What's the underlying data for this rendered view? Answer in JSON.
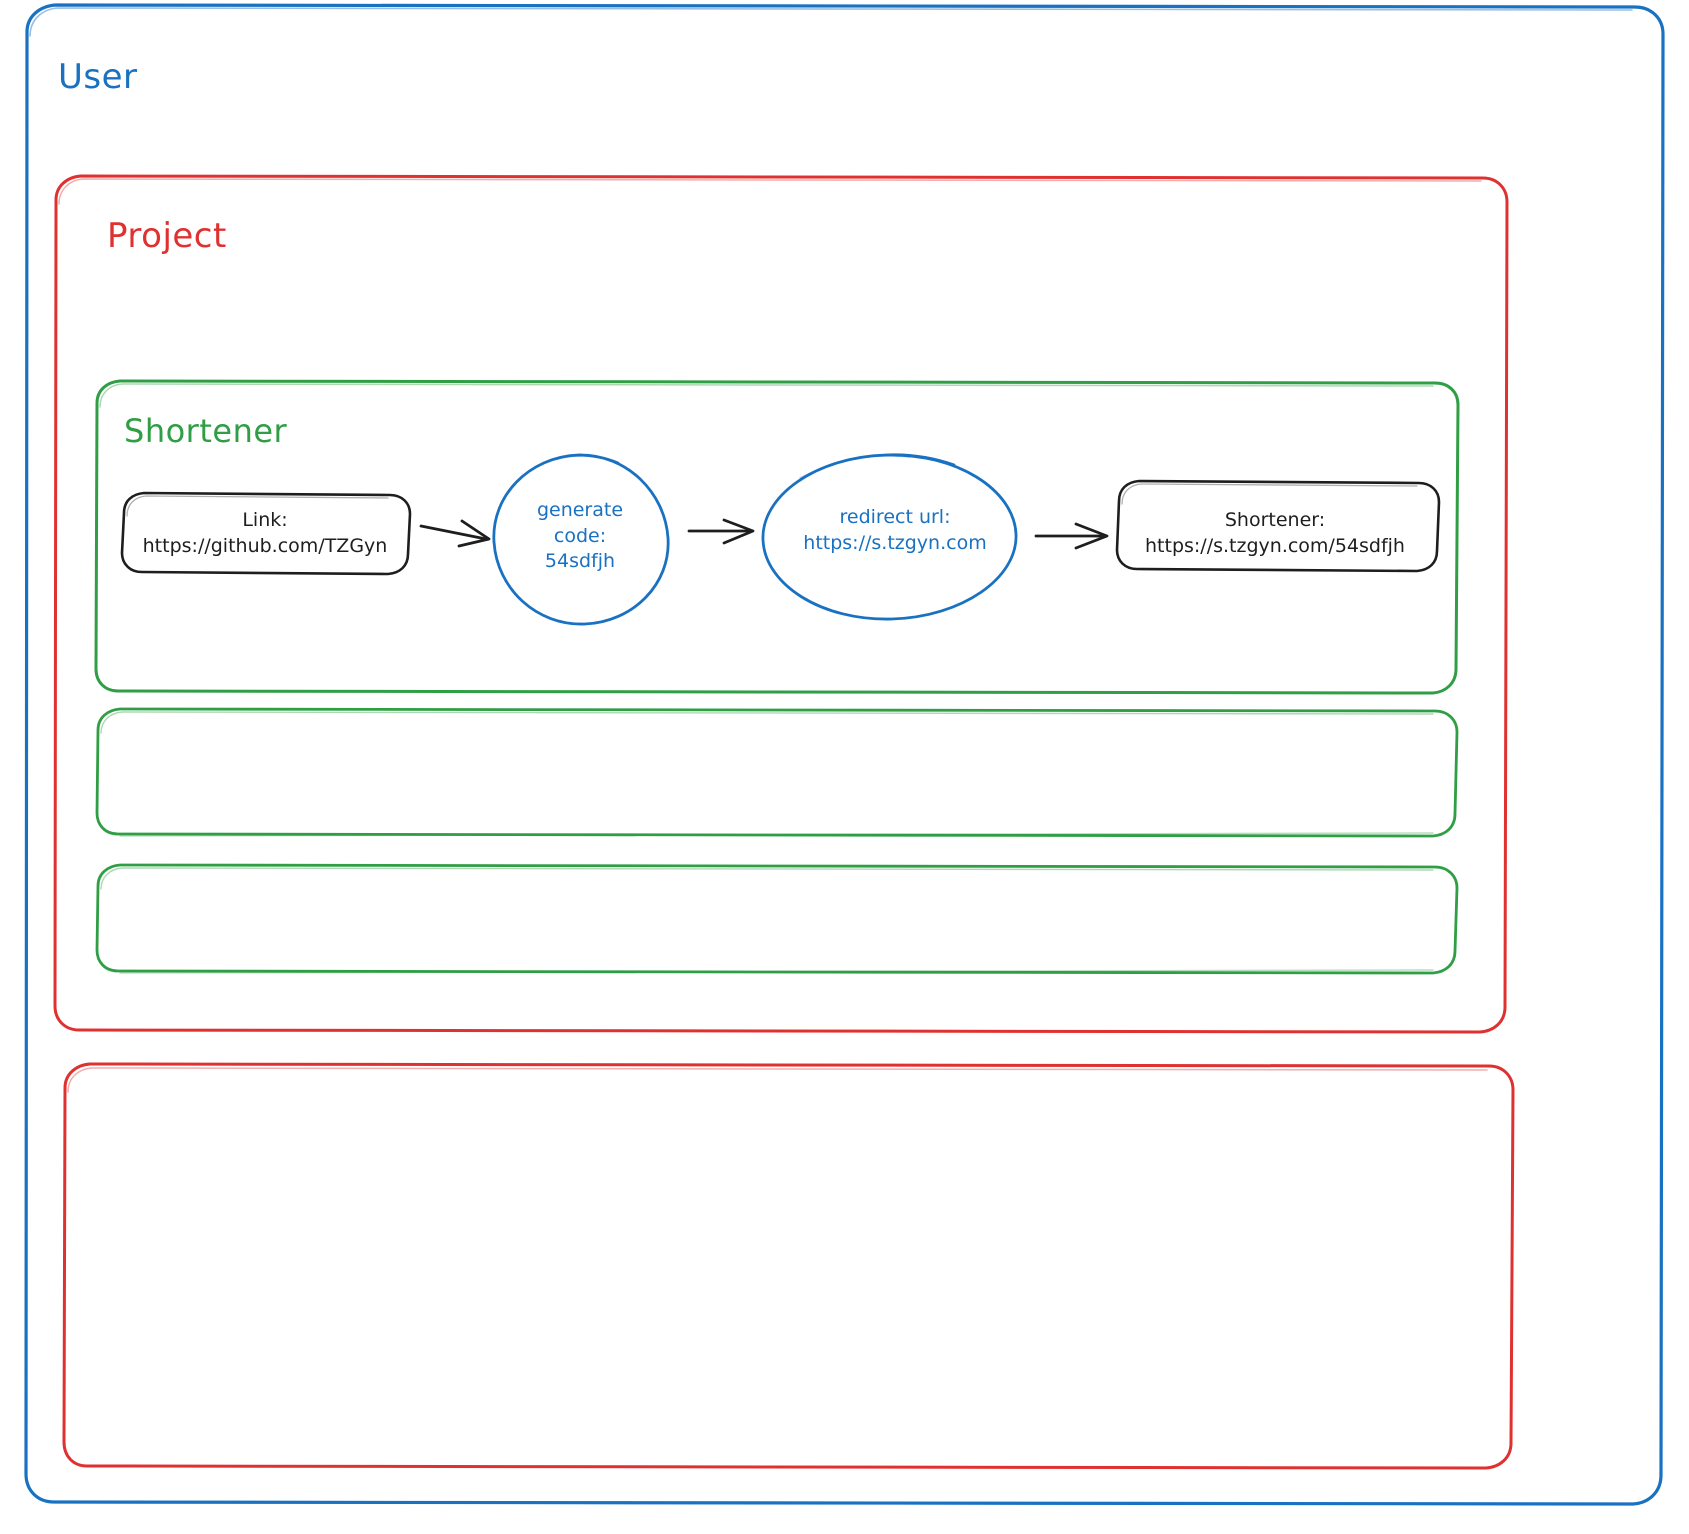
{
  "diagram": {
    "title_visible": false,
    "colors": {
      "user_border": "#1971c2",
      "project_border": "#e03131",
      "shortener_border": "#2f9e44",
      "node_stroke_dark": "#1e1e1e",
      "node_stroke_blue": "#1971c2",
      "arrow": "#1e1e1e",
      "background": "#ffffff"
    },
    "containers": [
      {
        "id": "user",
        "label": "User",
        "color": "#1971c2",
        "shape": "rounded-rect"
      },
      {
        "id": "project",
        "label": "Project",
        "color": "#e03131",
        "shape": "rounded-rect"
      },
      {
        "id": "shortener",
        "label": "Shortener",
        "color": "#2f9e44",
        "shape": "rounded-rect"
      },
      {
        "id": "green-empty-1",
        "label": "",
        "color": "#2f9e44",
        "shape": "rounded-rect"
      },
      {
        "id": "green-empty-2",
        "label": "",
        "color": "#2f9e44",
        "shape": "rounded-rect"
      },
      {
        "id": "red-empty-1",
        "label": "",
        "color": "#e03131",
        "shape": "rounded-rect"
      }
    ],
    "nodes": [
      {
        "id": "link",
        "shape": "rounded-rect",
        "stroke": "#1e1e1e",
        "line1": "Link:",
        "line2": "https://github.com/TZGyn",
        "text": "Link:\nhttps://github.com/TZGyn"
      },
      {
        "id": "generate-code",
        "shape": "circle",
        "stroke": "#1971c2",
        "line1": "generate",
        "line2": "code:",
        "line3": "54sdfjh",
        "text": "generate\ncode:\n54sdfjh"
      },
      {
        "id": "redirect-url",
        "shape": "ellipse",
        "stroke": "#1971c2",
        "line1": "redirect url:",
        "line2": "https://s.tzgyn.com",
        "text": "redirect url:\nhttps://s.tzgyn.com"
      },
      {
        "id": "shortener-result",
        "shape": "rounded-rect",
        "stroke": "#1e1e1e",
        "line1": "Shortener:",
        "line2": "https://s.tzgyn.com/54sdfjh",
        "text": "Shortener:\nhttps://s.tzgyn.com/54sdfjh"
      }
    ],
    "arrows": [
      {
        "id": "arrow-link-to-generate",
        "from": "link",
        "to": "generate-code"
      },
      {
        "id": "arrow-generate-to-redirect",
        "from": "generate-code",
        "to": "redirect-url"
      },
      {
        "id": "arrow-redirect-to-result",
        "from": "redirect-url",
        "to": "shortener-result"
      }
    ]
  }
}
